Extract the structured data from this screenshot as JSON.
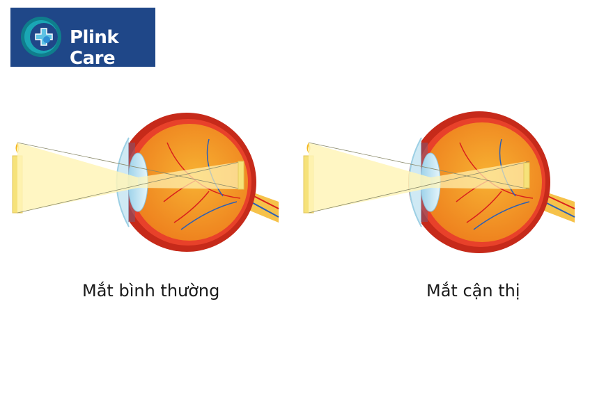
{
  "logo": {
    "brand_text": "Plink Care",
    "background_color": "#1f4788"
  },
  "figures": [
    {
      "caption": "Mắt bình thường"
    },
    {
      "caption": "Mắt cận thị"
    }
  ],
  "colors": {
    "eye_outer": "#c62a1a",
    "eye_inner": "#f39b1e",
    "light_cone": "#fff5b8",
    "candle": "#f6e27a",
    "lens": "#b9dff0",
    "vessel_red": "#d9201c",
    "vessel_blue": "#2c5fb5"
  },
  "icons": [
    "eye-medical-logo-icon",
    "candle-icon"
  ]
}
